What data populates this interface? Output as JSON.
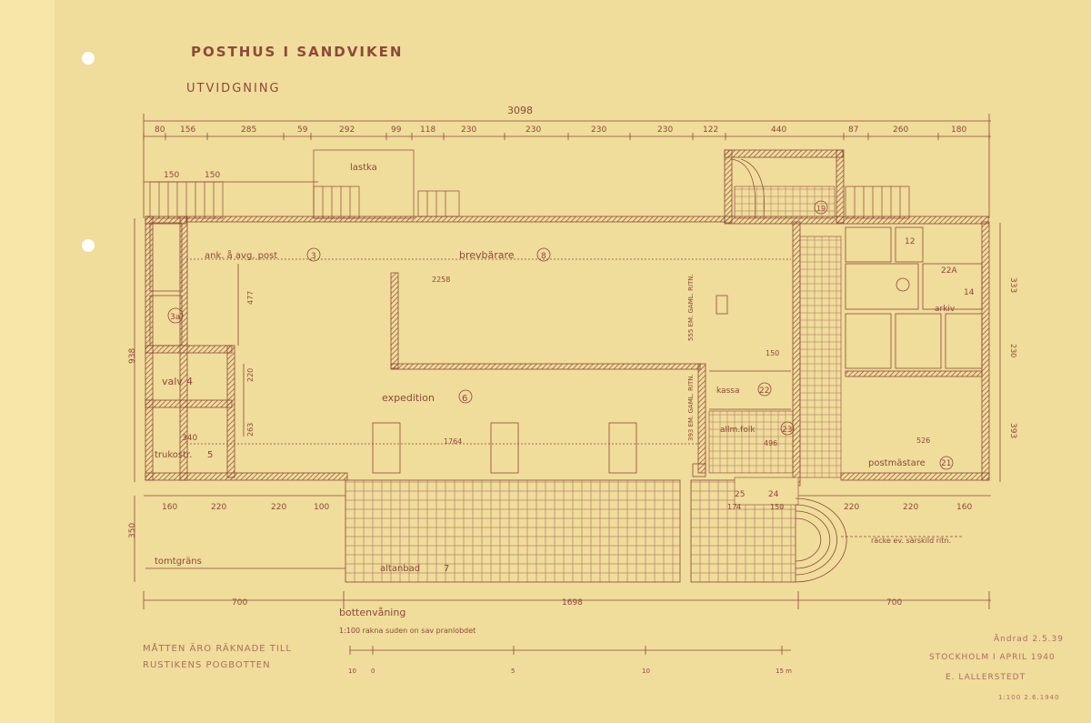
{
  "title": "POSTHUS I SANDVIKEN",
  "subtitle": "UTVIDGNING",
  "overall_dim": "3098",
  "top_dims": [
    "80",
    "156",
    "285",
    "59",
    "292",
    "99",
    "118",
    "230",
    "230",
    "230",
    "230",
    "122",
    "440",
    "87",
    "260",
    "180"
  ],
  "second_row_dims": [
    "150",
    "150"
  ],
  "rooms": {
    "lastka": "lastka",
    "ank_avg": "ank. å avg. post",
    "ank_num": "3",
    "brevbarare": "brevbärare",
    "brevbarare_num": "8",
    "expedition": "expedition",
    "expedition_num": "6",
    "valv": "valv",
    "valv_num": "4",
    "trukost": "trukostr.",
    "trukost_num": "5",
    "kassa": "kassa",
    "kassa_num": "22",
    "allm_folk": "allm.folk",
    "allm_folk_num": "23",
    "postmastare": "postmästare",
    "postmastare_num": "21",
    "altan": "altanbad",
    "altan_num": "7",
    "arkiv": "arkiv",
    "r3a": "3a",
    "r12": "12",
    "r14": "14",
    "r19": "19",
    "r22A": "22A",
    "r25": "25",
    "r24": "24"
  },
  "interior_dims": {
    "d2258": "2258",
    "d1764": "1764",
    "d477": "477",
    "d220": "220",
    "d263": "263",
    "d340": "340",
    "d496": "496",
    "d526": "526",
    "d150": "150",
    "d174": "174",
    "d150b": "150",
    "d555": "555 EM. GAML. RITN.",
    "d393": "393 EM. GAML. RITN."
  },
  "left_dims": {
    "d938": "938",
    "d350": "350"
  },
  "right_dims": {
    "d333": "333",
    "d230": "230",
    "d393r": "393"
  },
  "bottom_dims_left": [
    "160",
    "220",
    "220",
    "100"
  ],
  "bottom_dims_right": [
    "220",
    "220",
    "160"
  ],
  "bottom_overall": [
    "700",
    "1698",
    "700"
  ],
  "tomtgrans": "tomtgräns",
  "racke_note": "räcke ev. särskild ritn.",
  "bottenvaning": "bottenvåning",
  "bottenvaning_sub": "1:100 rakna suden on sav pranlobdet",
  "measures_note_1": "MÅTTEN ÄRO RÄKNADE TILL",
  "measures_note_2": "RUSTIKENS POGBOTTEN",
  "scale_labels": [
    "10",
    "0",
    "5",
    "10",
    "15 m"
  ],
  "date_note": "Ändrad 2.5.39",
  "location_date": "STOCKHOLM I APRIL 1940",
  "architect": "E. LALLERSTEDT",
  "stamp": "1:100 2.6.1940"
}
